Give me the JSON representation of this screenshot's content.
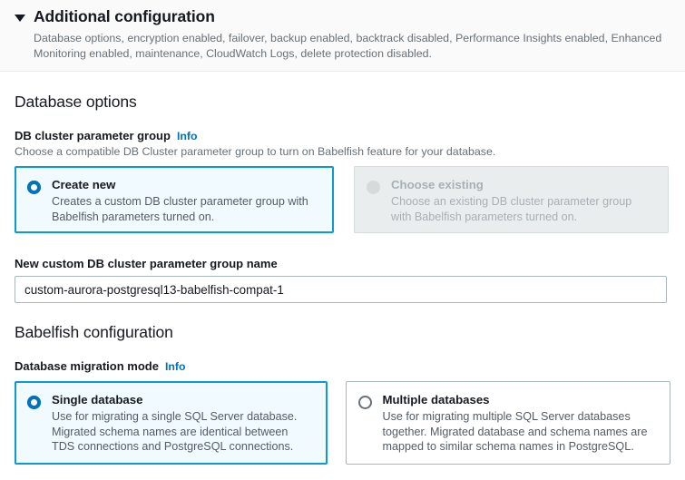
{
  "banner": {
    "title": "Additional configuration",
    "description": "Database options, encryption enabled, failover, backup enabled, backtrack disabled, Performance Insights enabled, Enhanced Monitoring enabled, maintenance, CloudWatch Logs, delete protection disabled.",
    "caret_icon": "caret-down-icon",
    "expanded": "true"
  },
  "database_options": {
    "heading": "Database options",
    "parameter_group": {
      "label": "DB cluster parameter group",
      "info_label": "Info",
      "hint": "Choose a compatible DB Cluster parameter group to turn on Babelfish feature for your database.",
      "options": [
        {
          "title": "Create new",
          "description": "Creates a custom DB cluster parameter group with Babelfish parameters turned on.",
          "selected": "true",
          "disabled": "false"
        },
        {
          "title": "Choose existing",
          "description": "Choose an existing DB cluster parameter group with Babelfish parameters turned on.",
          "selected": "false",
          "disabled": "true"
        }
      ]
    },
    "new_group_name": {
      "label": "New custom DB cluster parameter group name",
      "value": "custom-aurora-postgresql13-babelfish-compat-1",
      "placeholder": ""
    }
  },
  "babelfish_configuration": {
    "heading": "Babelfish configuration",
    "migration_mode": {
      "label": "Database migration mode",
      "info_label": "Info",
      "options": [
        {
          "title": "Single database",
          "description": "Use for migrating a single SQL Server database. Migrated schema names are identical between TDS connections and PostgreSQL connections.",
          "selected": "true",
          "disabled": "false"
        },
        {
          "title": "Multiple databases",
          "description": "Use for migrating multiple SQL Server databases together. Migrated database and schema names are mapped to similar schema names in PostgreSQL.",
          "selected": "false",
          "disabled": "false"
        }
      ]
    }
  },
  "colors": {
    "accent": "#0073bb",
    "selected_border": "#0a9bd1",
    "selected_bg": "#f1faff",
    "border": "#aab7b8",
    "disabled_bg": "#eaeded",
    "text": "#16191f",
    "muted_text": "#687078"
  }
}
